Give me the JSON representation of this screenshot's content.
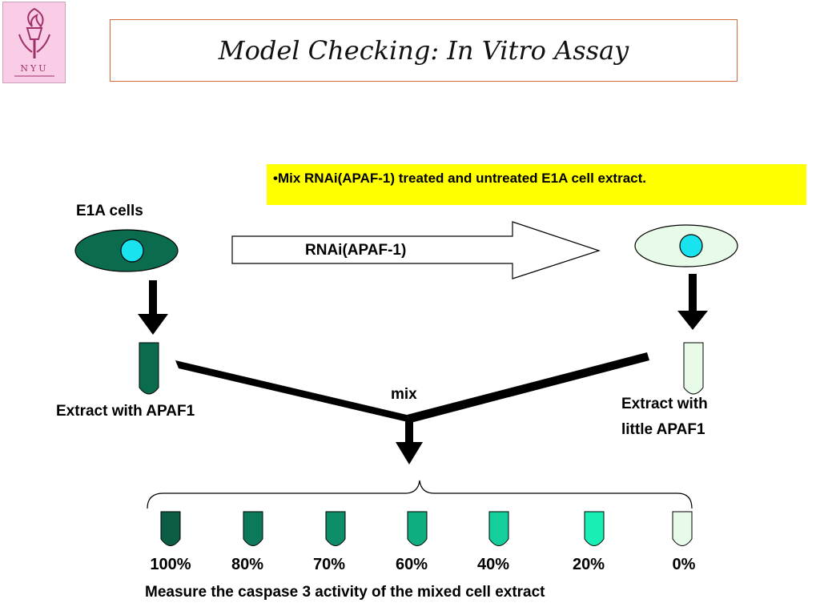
{
  "title": "Model Checking: In Vitro Assay",
  "logo": {
    "text": "NYU",
    "icon": "torch-icon"
  },
  "note": "•Mix RNAi(APAF-1) treated and untreated E1A cell extract.",
  "labels": {
    "e1a_cells": "E1A cells",
    "rnai": "RNAi(APAF-1)",
    "extract_left": "Extract with APAF1",
    "extract_right_line1": "Extract with",
    "extract_right_line2": "little APAF1",
    "mix": "mix",
    "measure": "Measure the caspase 3 activity of the mixed cell extract"
  },
  "colors": {
    "cell_untreated": "#0b6b4f",
    "cell_treated": "#e8fbe8",
    "nucleus": "#19e3ee",
    "highlight": "#ffff00",
    "title_border": "#d46a3c"
  },
  "mixtures": [
    {
      "percent": "100%",
      "color": "#0b5e45"
    },
    {
      "percent": "80%",
      "color": "#0c7a5a"
    },
    {
      "percent": "70%",
      "color": "#0d8e69"
    },
    {
      "percent": "60%",
      "color": "#10ad80"
    },
    {
      "percent": "40%",
      "color": "#14cf9b"
    },
    {
      "percent": "20%",
      "color": "#19eeb4"
    },
    {
      "percent": "0%",
      "color": "#e8fbe8"
    }
  ]
}
